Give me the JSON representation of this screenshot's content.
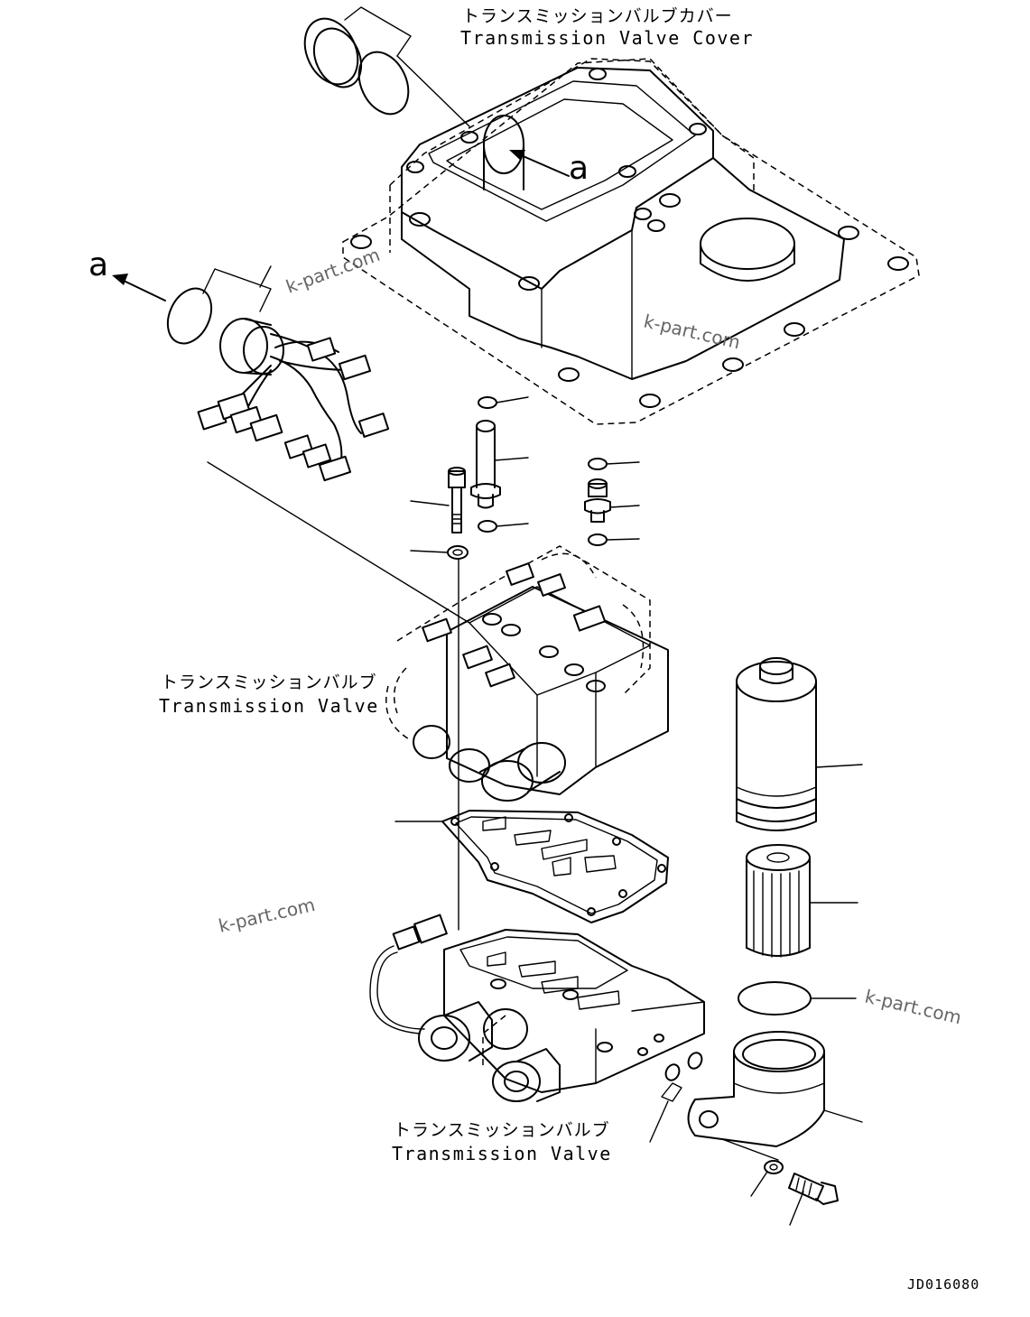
{
  "labels": {
    "cover_jp": "トランスミッションバルブカバー",
    "cover_en": "Transmission Valve Cover",
    "valve_upper_jp": "トランスミッションバルブ",
    "valve_upper_en": "Transmission Valve",
    "valve_lower_jp": "トランスミッションバルブ",
    "valve_lower_en": "Transmission Valve",
    "ref_a_top": "a",
    "ref_a_left": "a",
    "drawing_code": "JD016080"
  },
  "watermarks": [
    "k-part.com",
    "k-part.com",
    "k-part.com",
    "k-part.com"
  ]
}
